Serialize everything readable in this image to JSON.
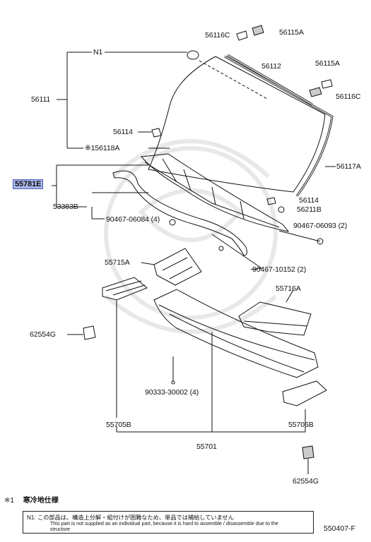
{
  "parts": {
    "p56116C_top": "56116C",
    "p56115A_top": "56115A",
    "pN1": "N1",
    "p56112": "56112",
    "p56115A_right": "56115A",
    "p56116C_right": "56116C",
    "p56111": "56111",
    "p56114_left": "56114",
    "p156118A": "※156118A",
    "p56117A": "56117A",
    "p55781E": "55781E",
    "p56114_right": "56114",
    "p53383B": "53383B",
    "p56211B": "56211B",
    "p90467_06084": "90467-06084 (4)",
    "p90467_06093": "90467-06093 (2)",
    "p55715A": "55715A",
    "p90467_10152": "90467-10152 (2)",
    "p55716A": "55716A",
    "p62554G_left": "62554G",
    "p90333_30002": "90333-30002 (4)",
    "p55705B": "55705B",
    "p55706B": "55706B",
    "p55701": "55701",
    "p62554G_bottom": "62554G"
  },
  "notes": {
    "footnote_mark": "※1",
    "footnote_text": "寒冷地仕様",
    "n1_jp": "N1:  この部品は、構造上分解・組付けが困難なため、単品では補給していません",
    "n1_en": "This part is not supplied as an individual part, because it is hard to assemble / disassemble due to the structure"
  },
  "diagram_code": "550407-F",
  "colors": {
    "highlight": "#a9b6ec",
    "line": "#111111"
  }
}
